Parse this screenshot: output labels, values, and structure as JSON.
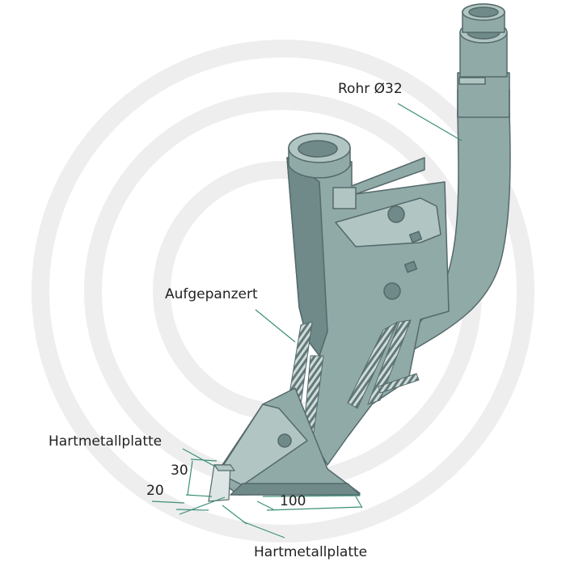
{
  "labels": {
    "pipe": "Rohr Ø32",
    "armored": "Aufgepanzert",
    "carbide_plate_top": "Hartmetallplatte",
    "carbide_plate_bottom": "Hartmetallplatte"
  },
  "dimensions": {
    "height": "30",
    "width": "20",
    "length": "100"
  },
  "colors": {
    "steel": "#90aaa8",
    "steel_light": "#b1c6c3",
    "steel_dark": "#6f8a88",
    "outline": "#55696b",
    "leader": "#3d8f7a",
    "watermark": "#eeeeee"
  }
}
